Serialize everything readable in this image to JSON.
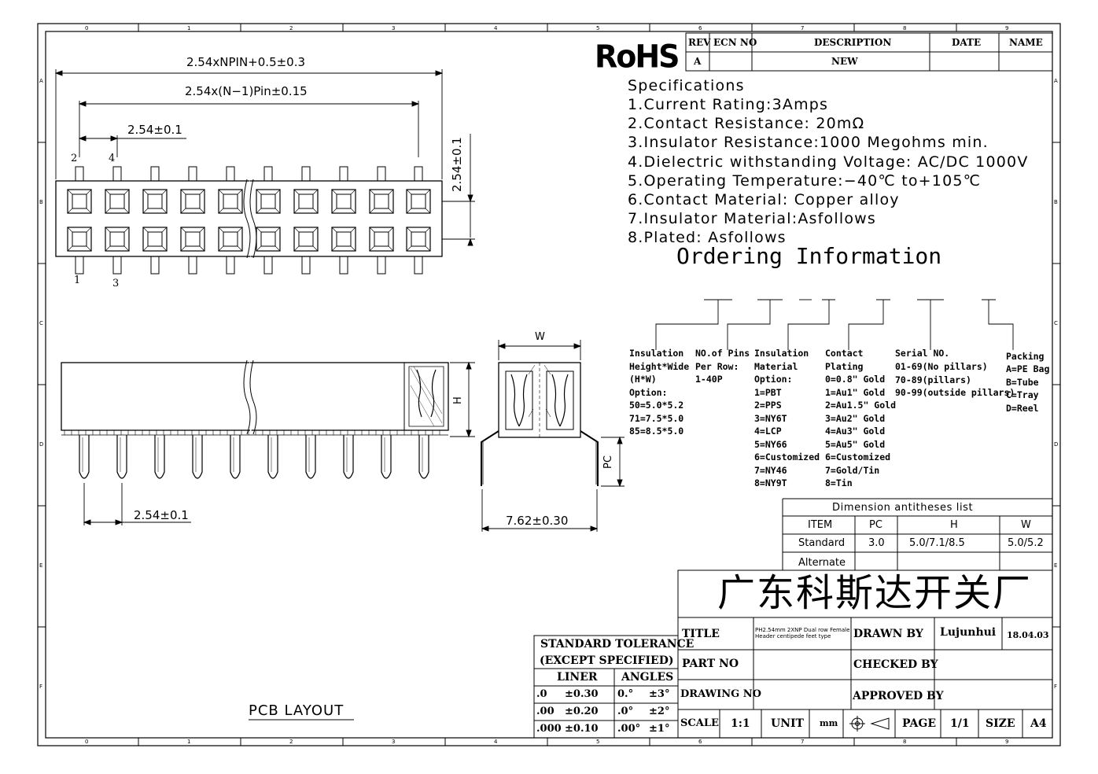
{
  "frame": {
    "col_labels": [
      "0",
      "1",
      "2",
      "3",
      "4",
      "5",
      "6",
      "7",
      "8",
      "9"
    ],
    "row_labels": [
      "A",
      "B",
      "C",
      "D",
      "E",
      "F"
    ]
  },
  "rohs": "RoHS",
  "revision_table": {
    "headers": [
      "REV",
      "ECN NO",
      "DESCRIPTION",
      "DATE",
      "NAME"
    ],
    "row": [
      "A",
      "",
      "NEW",
      "",
      ""
    ]
  },
  "specifications": {
    "title": "Specifications",
    "items": [
      "1.Current Rating:3Amps",
      "2.Contact Resistance: 20mΩ",
      "3.Insulator Resistance:1000 Megohms min.",
      "4.Dielectric withstanding Voltage: AC/DC 1000V",
      "5.Operating Temperature:−40℃ to+105℃",
      "6.Contact Material: Copper alloy",
      "7.Insulator Material:Asfollows",
      "8.Plated: Asfollows"
    ]
  },
  "ordering": {
    "title": "Ordering Information",
    "columns": [
      {
        "heading": "Insulation\nHeight*Wide",
        "body": "(H*W)\nOption:\n50=5.0*5.2\n71=7.5*5.0\n85=8.5*5.0"
      },
      {
        "heading": "NO.of Pins\nPer Row:",
        "body": "1-40P"
      },
      {
        "heading": "Insulation\nMaterial",
        "body": "Option:\n1=PBT\n2=PPS\n3=NY6T\n4=LCP\n5=NY66\n6=Customized\n7=NY46\n8=NY9T"
      },
      {
        "heading": "Contact\nPlating",
        "body": "0=0.8\" Gold\n1=Au1\" Gold\n2=Au1.5\" Gold\n3=Au2\" Gold\n4=Au3\" Gold\n5=Au5\" Gold\n6=Customized\n7=Gold/Tin\n8=Tin"
      },
      {
        "heading": "Serial NO.",
        "body": "01-69(No pillars)\n70-89(pillars)\n90-99(outside pillars)"
      },
      {
        "heading": "Packing",
        "body": "A=PE Bag\nB=Tube\nC=Tray\nD=Reel"
      }
    ]
  },
  "dimensions": {
    "overall": "2.54xNPIN+0.5±0.3",
    "pin_span": "2.54x(N−1)Pin±0.15",
    "pitch_top": "2.54±0.1",
    "row_pitch": "2.54±0.1",
    "pitch_bottom": "2.54±0.1",
    "width": "W",
    "height": "H",
    "pc": "PC",
    "row_spacing": "7.62±0.30"
  },
  "pin_labels": {
    "p2": "2",
    "p4": "4",
    "p1": "1",
    "p3": "3"
  },
  "pcb_layout": "PCB LAYOUT",
  "dimension_list": {
    "title": "Dimension antitheses list",
    "headers": [
      "ITEM",
      "PC",
      "H",
      "W"
    ],
    "rows": [
      [
        "Standard",
        "3.0",
        "5.0/7.1/8.5",
        "5.0/5.2"
      ],
      [
        "Alternate",
        "",
        "",
        ""
      ]
    ]
  },
  "company": "广东科斯达开关厂",
  "title_block": {
    "title_label": "TITLE",
    "title_value": "PH2.54mm  2XNP Dual row Female Header centipede feet type",
    "drawn_by_label": "DRAWN BY",
    "drawn_by": "Lujunhui",
    "date": "18.04.03",
    "part_no_label": "PART NO",
    "checked_by_label": "CHECKED BY",
    "drawing_no_label": "DRAWING NO",
    "approved_by_label": "APPROVED BY",
    "scale_label": "SCALE",
    "scale": "1:1",
    "unit_label": "UNIT",
    "unit": "mm",
    "page_label": "PAGE",
    "page": "1/1",
    "size_label": "SIZE",
    "size": "A4"
  },
  "tolerance": {
    "title1": "STANDARD TOLERANCE",
    "title2": "(EXCEPT  SPECIFIED)",
    "h_liner": "LINER",
    "h_angles": "ANGLES",
    "rows": [
      [
        ".0",
        "±0.30",
        "0.°",
        "±3°"
      ],
      [
        ".00",
        "±0.20",
        ".0°",
        "±2°"
      ],
      [
        ".000",
        "±0.10",
        ".00°",
        "±1°"
      ]
    ]
  }
}
